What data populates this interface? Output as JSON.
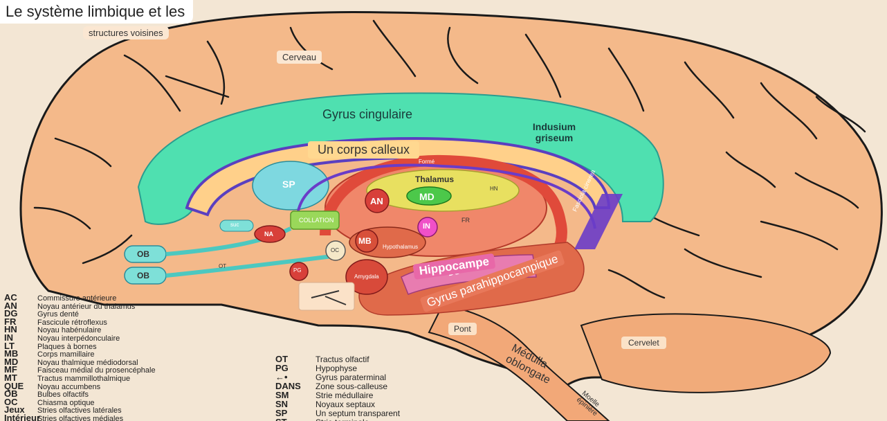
{
  "title": "Le système limbique et les",
  "subtitle": "structures voisines",
  "labels": {
    "cerveau": "Cerveau",
    "gyrus_cingulaire": "Gyrus cingulaire",
    "indusium": "Indusium griseum",
    "corps_calleux": "Un corps calleux",
    "forme": "Formé",
    "thalamus": "Thalamus",
    "sp": "SP",
    "md": "MD",
    "an": "AN",
    "collation": "COLLATION",
    "in": "IN",
    "fr": "FR",
    "mb": "MB",
    "hypothalamus": "Hypothalamus",
    "ob1": "OB",
    "ob2": "OB",
    "ot": "OT",
    "oc": "OC",
    "amygdala": "Amygdala",
    "hippocampe": "Hippocampe",
    "parahippo": "Gyrus parahippocampique",
    "fasciola": "Fasciola cinerea",
    "pont": "Pont",
    "medulla": "Médulla oblongate",
    "moelle": "Moelle épinière",
    "cervelet": "Cervelet",
    "na": "NA",
    "suc": "suc",
    "dg": "DG",
    "hn": "HN",
    "pg": "PG"
  },
  "legend_left": [
    {
      "code": "AC",
      "text": "Commissure antérieure"
    },
    {
      "code": "AN",
      "text": "Noyau antérieur du thalamus"
    },
    {
      "code": "DG",
      "text": "Gyrus denté"
    },
    {
      "code": "FR",
      "text": "Fascicule rétroflexus"
    },
    {
      "code": "HN",
      "text": "Noyau habénulaire"
    },
    {
      "code": "IN",
      "text": "Noyau interpédonculaire"
    },
    {
      "code": "LT",
      "text": "Plaques à bornes"
    },
    {
      "code": "MB",
      "text": "Corps mamillaire"
    },
    {
      "code": "MD",
      "text": "Noyau thalmique médiodorsal"
    },
    {
      "code": "MF",
      "text": "Faisceau médial du prosencéphale"
    },
    {
      "code": "MT",
      "text": "Tractus mammillothalmique"
    },
    {
      "code": "QUE",
      "text": "Noyau accumbens"
    },
    {
      "code": "OB",
      "text": "Bulbes olfactifs"
    },
    {
      "code": "OC",
      "text": "Chiasma optique"
    },
    {
      "code": "Jeux",
      "text": "Stries olfactives latérales"
    },
    {
      "code": "Intérieur",
      "text": "Stries olfactives médiales"
    }
  ],
  "legend_right": [
    {
      "code": "OT",
      "text": "Tractus olfactif"
    },
    {
      "code": "PG",
      "text": "Hypophyse"
    },
    {
      "code": "←•",
      "text": "Gyrus paraterminal"
    },
    {
      "code": "DANS",
      "text": "Zone sous-calleuse"
    },
    {
      "code": "SM",
      "text": "Strie médullaire"
    },
    {
      "code": "SN",
      "text": "Noyaux septaux"
    },
    {
      "code": "SP",
      "text": "Un septum transparent"
    },
    {
      "code": "ST",
      "text": "Strie terminale"
    }
  ],
  "colors": {
    "brain": "#f4b98a",
    "brain_outline": "#1a1a1a",
    "cingulate": "#4fe0b0",
    "callosum": "#ffd08a",
    "fornix": "#e04a3a",
    "hippocampus": "#e87cb0",
    "parahippocampal": "#e06a4a",
    "thalamus": "#e8e060",
    "ob": "#7ee0d8",
    "background": "#f3e6d4"
  }
}
